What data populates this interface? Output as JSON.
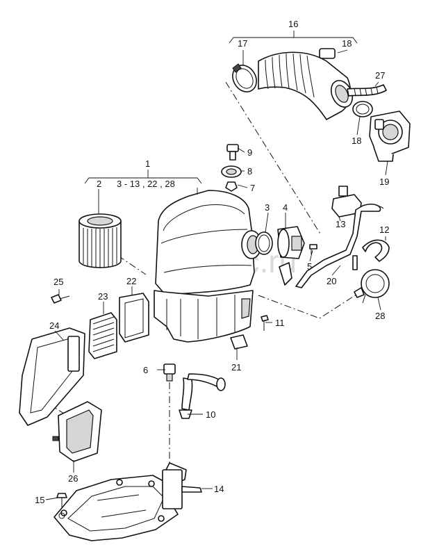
{
  "watermark": "vagtec.ru",
  "callouts": {
    "c1": "1",
    "c1_sub_2": "2",
    "c1_sub_range": "3 - 13 , 22 , 28",
    "c2": "2",
    "c3": "3",
    "c4": "4",
    "c5": "5",
    "c6": "6",
    "c7": "7",
    "c8": "8",
    "c9": "9",
    "c10": "10",
    "c11": "11",
    "c12": "12",
    "c13": "13",
    "c14": "14",
    "c15": "15",
    "c16": "16",
    "c17": "17",
    "c18a": "18",
    "c18b": "18",
    "c19": "19",
    "c20": "20",
    "c21": "21",
    "c22": "22",
    "c23": "23",
    "c24": "24",
    "c25": "25",
    "c26": "26",
    "c27": "27",
    "c28": "28"
  }
}
